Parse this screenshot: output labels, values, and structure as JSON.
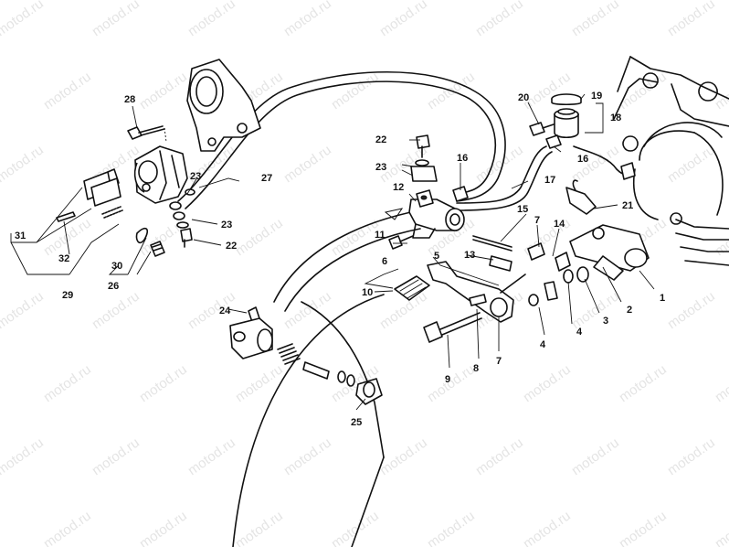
{
  "watermark": {
    "text": "motod.ru",
    "color": "#cfcfcf"
  },
  "callouts": {
    "c1": "1",
    "c2": "2",
    "c3": "3",
    "c4a": "4",
    "c4b": "4",
    "c5": "5",
    "c6": "6",
    "c7a": "7",
    "c7b": "7",
    "c8": "8",
    "c9": "9",
    "c10": "10",
    "c11": "11",
    "c12": "12",
    "c13": "13",
    "c14": "14",
    "c15": "15",
    "c16a": "16",
    "c16b": "16",
    "c17": "17",
    "c18": "18",
    "c19": "19",
    "c20": "20",
    "c21": "21",
    "c22a": "22",
    "c22b": "22",
    "c23a": "23",
    "c23b": "23",
    "c23c": "23",
    "c24": "24",
    "c25": "25",
    "c26": "26",
    "c27": "27",
    "c28": "28",
    "c29": "29",
    "c30": "30",
    "c31": "31",
    "c32": "32"
  }
}
